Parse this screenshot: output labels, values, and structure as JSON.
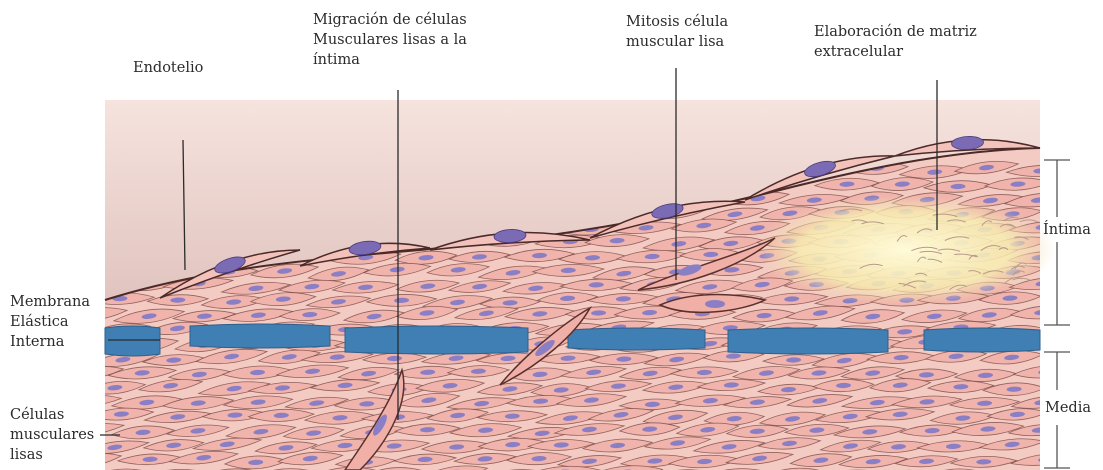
{
  "labels": {
    "endotelio": "Endotelio",
    "migracion": [
      "Migración de células",
      "Musculares lisas a la",
      "íntima"
    ],
    "mitosis": [
      "Mitosis célula",
      "muscular lisa"
    ],
    "matriz": [
      "Elaboración de matriz",
      "extracelular"
    ],
    "membrana": [
      "Membrana",
      "Elástica",
      "Interna"
    ],
    "celulas": [
      "Células",
      "musculares",
      "lisas"
    ],
    "intima": "Íntima",
    "media": "Media"
  },
  "colors": {
    "lumen": "#f3d9d4",
    "tissue": "#f2c4bc",
    "cell": "#f0b4ac",
    "cell_outline": "#6a3a36",
    "nucleus": "#8a7fc4",
    "membrane": "#3f7fb3",
    "matrix": "#fbf0b0"
  }
}
